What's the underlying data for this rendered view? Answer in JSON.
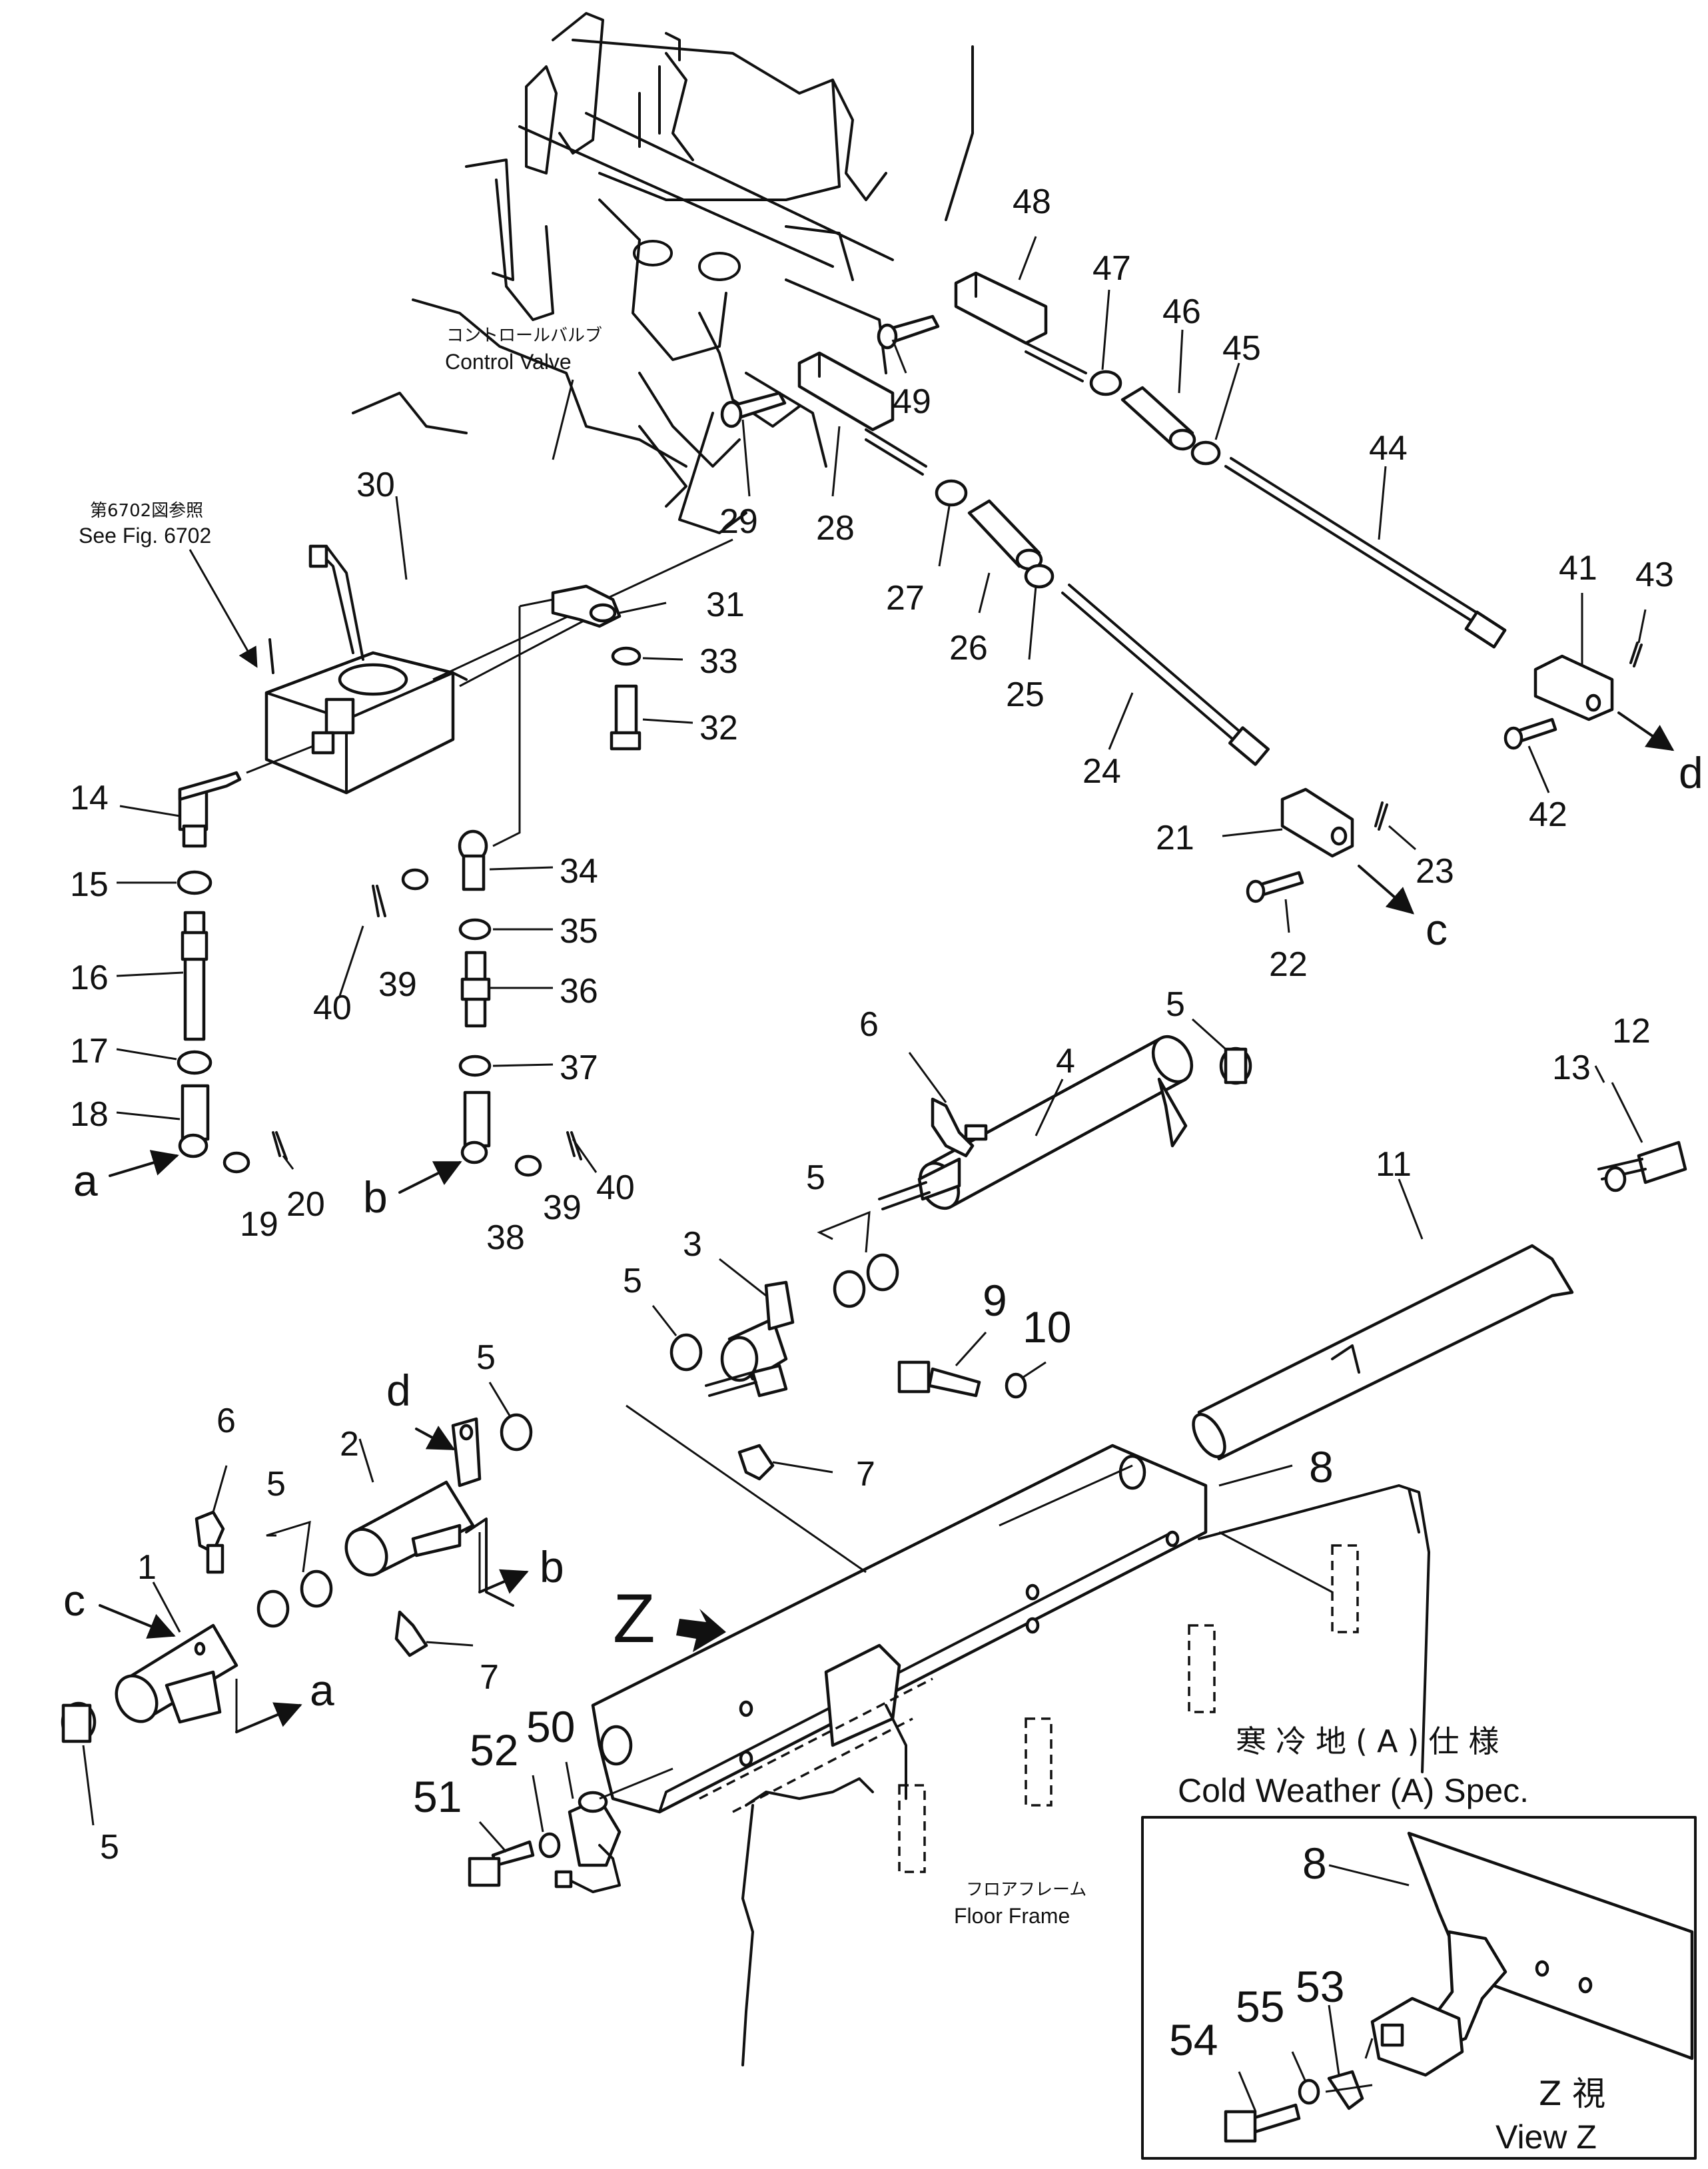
{
  "notes": {
    "control_valve_jp": "コントロールバルブ",
    "control_valve_en": "Control Valve",
    "see_fig_jp": "第6702図参照",
    "see_fig_en": "See Fig. 6702",
    "floor_frame_jp": "フロアフレーム",
    "floor_frame_en": "Floor Frame"
  },
  "inset": {
    "title_jp": "寒冷地(A)仕様",
    "title_en": "Cold Weather (A) Spec.",
    "view_jp": "Z  視",
    "view_en": "View Z"
  },
  "view_marker": "Z",
  "ref_letters": [
    "a",
    "b",
    "c",
    "d"
  ],
  "part_numbers": [
    "1",
    "2",
    "3",
    "4",
    "5",
    "6",
    "7",
    "8",
    "9",
    "10",
    "11",
    "12",
    "13",
    "14",
    "15",
    "16",
    "17",
    "18",
    "19",
    "20",
    "21",
    "22",
    "23",
    "24",
    "25",
    "26",
    "27",
    "28",
    "29",
    "30",
    "31",
    "32",
    "33",
    "34",
    "35",
    "36",
    "37",
    "38",
    "39",
    "40",
    "41",
    "42",
    "43",
    "44",
    "45",
    "46",
    "47",
    "48",
    "49",
    "50",
    "51",
    "52",
    "53",
    "54",
    "55"
  ]
}
